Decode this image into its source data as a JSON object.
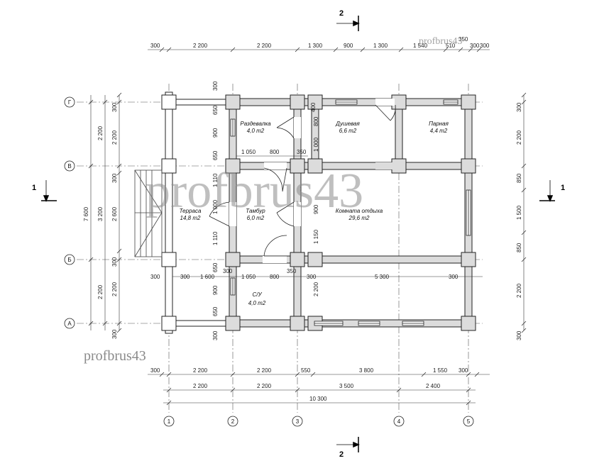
{
  "watermarks": {
    "large": "profbrus43",
    "small": "profbrus43",
    "top": "profbrus43"
  },
  "section_marks": {
    "top": "2",
    "bottom": "2",
    "left": "1",
    "right": "1"
  },
  "axes_vertical": [
    "1",
    "2",
    "3",
    "4",
    "5"
  ],
  "axes_horizontal": [
    "Г",
    "В",
    "Б",
    "А"
  ],
  "rooms": {
    "razdevalka": {
      "name": "Раздевалка",
      "area": "4,0 m2"
    },
    "dushevaya": {
      "name": "Душевая",
      "area": "6,6 m2"
    },
    "parnaya": {
      "name": "Парная",
      "area": "4,4 m2"
    },
    "terrasa": {
      "name": "Терраса",
      "area": "14,8 m2"
    },
    "tambur": {
      "name": "Тамбур",
      "area": "6,0 m2"
    },
    "komnata": {
      "name": "Комната отдыха",
      "area": "29,6 m2"
    },
    "su": {
      "name": "С/У",
      "area": "4,0 m2"
    }
  },
  "dims_top": [
    "300",
    "2 200",
    "2 200",
    "1 300",
    "900",
    "1 300",
    "1 540",
    "510",
    "350",
    "300",
    "300"
  ],
  "dims_bottom_1": [
    "300",
    "2 200",
    "2 200",
    "550",
    "3 800",
    "1 550",
    "300"
  ],
  "dims_bottom_2": [
    "2 200",
    "2 200",
    "3 500",
    "2 400"
  ],
  "dims_bottom_total": "10 300",
  "dims_left_outer": [
    "2 200",
    "3 200",
    "2 200"
  ],
  "dims_left_total": "7 600",
  "dims_left_inner": [
    "300",
    "2 200",
    "300",
    "2 600",
    "300",
    "2 200",
    "300"
  ],
  "dims_right": [
    "300",
    "2 200",
    "850",
    "1 500",
    "850",
    "2 200",
    "300"
  ],
  "dims_inner": {
    "r1050_a": "1 050",
    "r800_a": "800",
    "r350_a": "350",
    "r1050_b": "1 050",
    "r800_b": "800",
    "r350_b": "350",
    "r300_b": "300",
    "r300_c": "300",
    "r1600": "1 600",
    "r300_d": "300",
    "r5300": "5 300",
    "r300_e": "300",
    "c300_top": "300",
    "c650_a": "650",
    "c900_a": "900",
    "c650_b": "650",
    "c1110_a": "1 110",
    "c1000": "1 000",
    "c1110_b": "1 110",
    "c650_c": "650",
    "c900_b": "900",
    "c650_d": "650",
    "c300_bot": "300",
    "s400": "400",
    "s800": "800",
    "s1000": "1 000",
    "s900": "900",
    "s1150": "1 150",
    "s2200": "2 200"
  }
}
